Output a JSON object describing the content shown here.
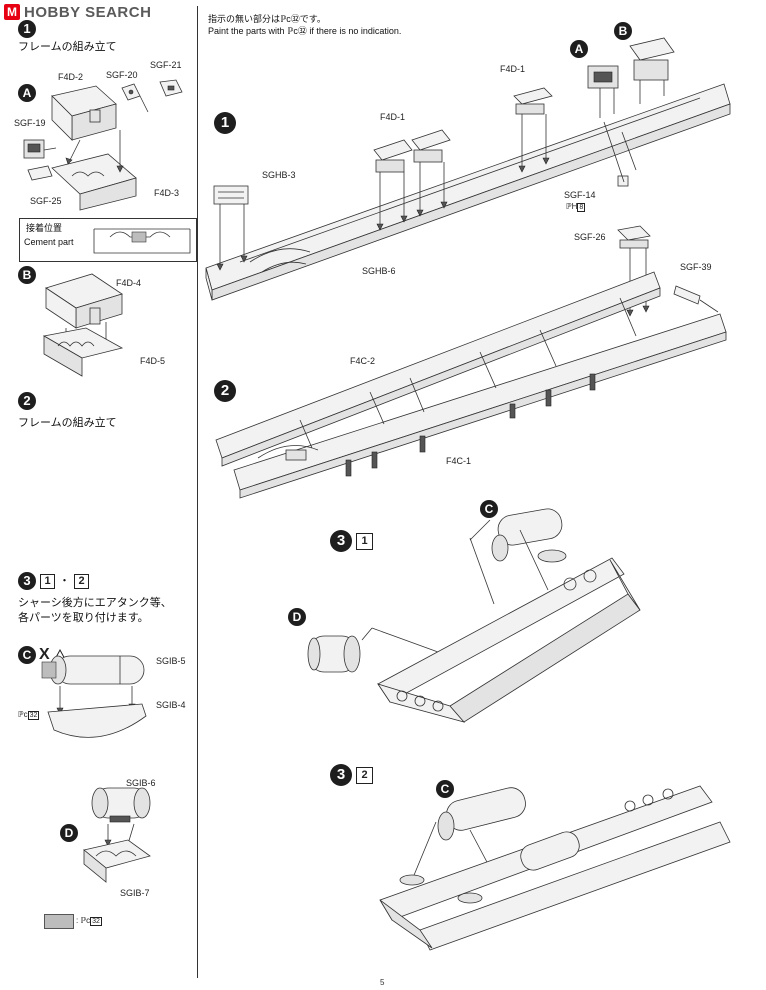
{
  "watermark": {
    "logo": "M",
    "text": "HOBBY SEARCH"
  },
  "header": {
    "jp_note": "指示の無い部分はℙc㉜です。",
    "en_note": "Paint the parts with ℙc㉜ if there is no indication."
  },
  "left": {
    "step1": {
      "num": "1",
      "title": "フレームの組み立て"
    },
    "sub_a": "A",
    "sub_b": "B",
    "parts_a": [
      "F4D-2",
      "SGF-20",
      "SGF-21",
      "SGF-19",
      "SGF-25",
      "F4D-3"
    ],
    "cement": {
      "jp": "接着位置",
      "en": "Cement part"
    },
    "parts_b": [
      "F4D-4",
      "F4D-5"
    ],
    "step2": {
      "num": "2",
      "title": "フレームの組み立て"
    },
    "step3": {
      "num": "3",
      "box1": "1",
      "dot": "・",
      "box2": "2",
      "text_line1": "シャーシ後方にエアタンク等、",
      "text_line2": "各パーツを取り付けます。"
    },
    "sub_c": {
      "label": "C",
      "mult": "X",
      "count": "2"
    },
    "parts_c": [
      "SGIB-5",
      "SGIB-4"
    ],
    "paint_c": {
      "p": "ℙc",
      "n": "32"
    },
    "sub_d": "D",
    "parts_d": [
      "SGIB-6",
      "SGIB-7"
    ],
    "legend": {
      "p": "ℙc",
      "n": "32"
    }
  },
  "right": {
    "step1": {
      "num": "1"
    },
    "labels1": [
      "A",
      "B",
      "F4D-1",
      "F4D-1",
      "SGHB-3",
      "SGHB-6",
      "SGF-14",
      "SGF-26",
      "SGF-39"
    ],
    "paint_h": {
      "p": "ℙH",
      "n": "8"
    },
    "step2": {
      "num": "2"
    },
    "labels2": [
      "F4C-2",
      "F4C-1"
    ],
    "step3a": {
      "num": "3",
      "box": "1"
    },
    "labels3a": [
      "C",
      "D"
    ],
    "step3b": {
      "num": "3",
      "box": "2"
    },
    "labels3b": [
      "C"
    ]
  },
  "footer": {
    "page": "5"
  }
}
